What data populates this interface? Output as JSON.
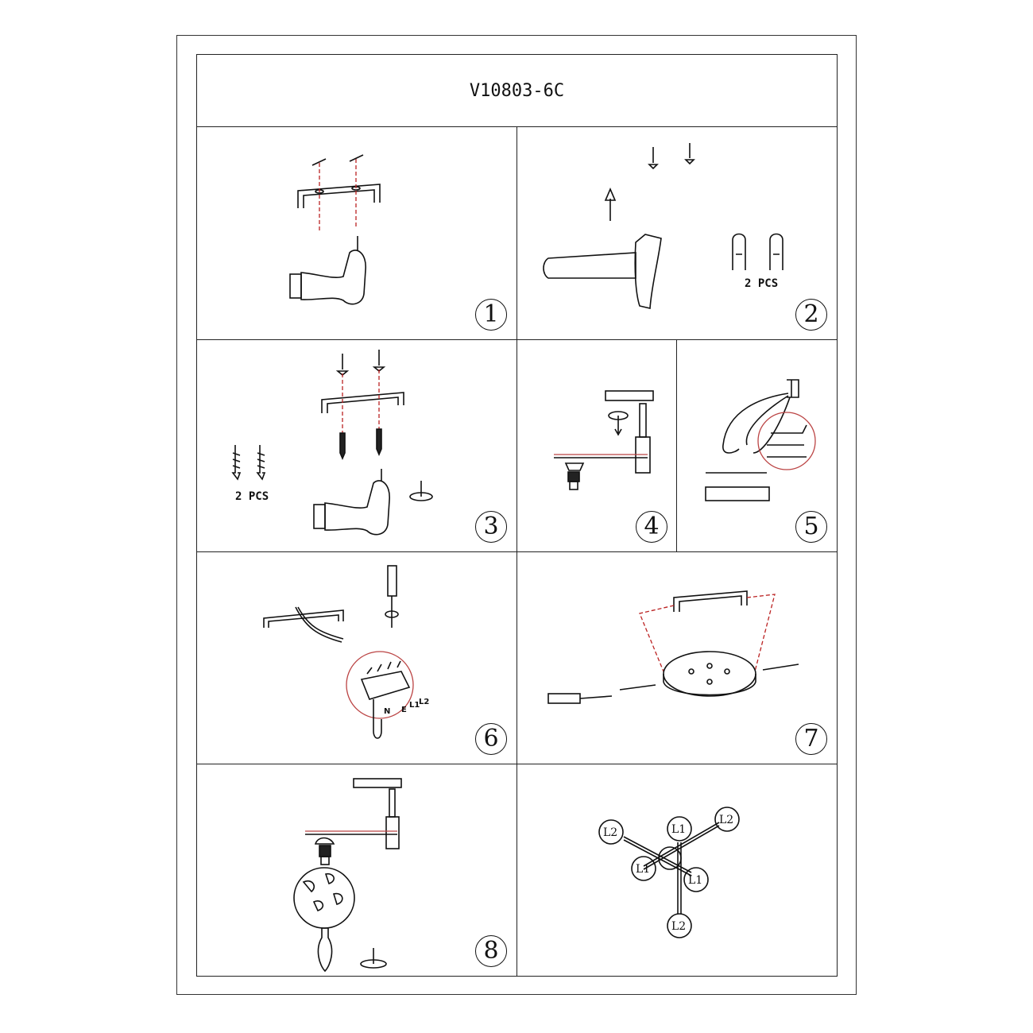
{
  "title": "V10803-6C",
  "steps": [
    {
      "number": "1"
    },
    {
      "number": "2",
      "quantity_label": "2 PCS"
    },
    {
      "number": "3",
      "quantity_label": "2 PCS"
    },
    {
      "number": "4"
    },
    {
      "number": "5"
    },
    {
      "number": "6",
      "wire_labels": [
        "N",
        "E",
        "L1",
        "L2"
      ]
    },
    {
      "number": "7"
    },
    {
      "number": "8"
    }
  ],
  "wiring_diagram": {
    "labels": [
      "L2",
      "L1",
      "L2",
      "L1",
      "L1",
      "L2"
    ]
  },
  "colors": {
    "line": "#111111",
    "guide": "#b22222"
  }
}
